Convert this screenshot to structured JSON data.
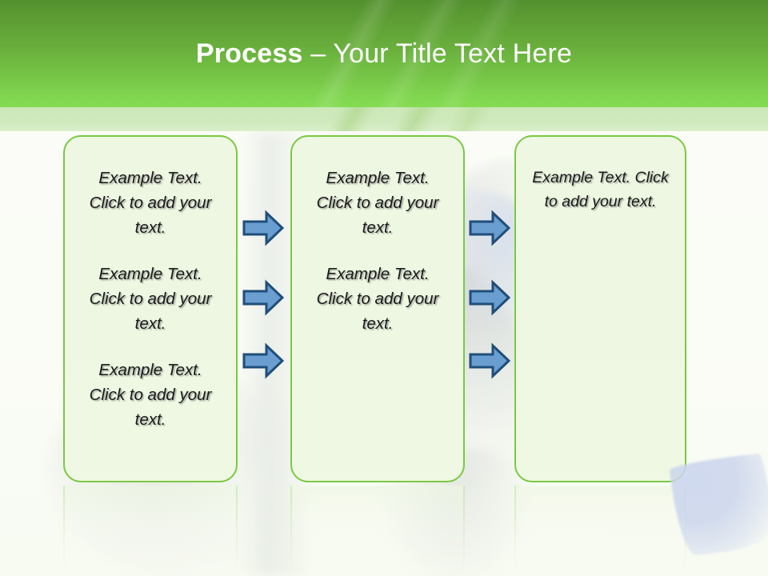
{
  "slide": {
    "title": {
      "strong": "Process",
      "rest": " – Your Title Text Here"
    }
  },
  "theme": {
    "header_green_top": "#52902f",
    "header_green_bottom": "#83dc51",
    "subband_green": "#cce8b8",
    "box_border": "#7ac943",
    "box_fill": "#eef7e2",
    "arrow_fill": "#6a9ed1",
    "arrow_outline": "#1f4e79",
    "slide_background": "#fbfdf7",
    "text_color": "#1a1a1a"
  },
  "boxes": [
    {
      "name": "process-step-1",
      "paragraphs": [
        "Example Text. Click  to add your text.",
        "Example Text. Click  to add your text.",
        "Example Text. Click  to add your text."
      ]
    },
    {
      "name": "process-step-2",
      "paragraphs": [
        "Example Text. Click  to add your text.",
        "Example Text. Click  to add your text."
      ]
    },
    {
      "name": "process-step-3",
      "paragraphs": [
        "Example Text. Click  to add your text."
      ]
    }
  ],
  "connectors": [
    {
      "name": "arrow-1-1",
      "direction": "right",
      "group": "between-step-1-and-2"
    },
    {
      "name": "arrow-1-2",
      "direction": "right",
      "group": "between-step-1-and-2"
    },
    {
      "name": "arrow-1-3",
      "direction": "right",
      "group": "between-step-1-and-2"
    },
    {
      "name": "arrow-2-1",
      "direction": "right",
      "group": "between-step-2-and-3"
    },
    {
      "name": "arrow-2-2",
      "direction": "right",
      "group": "between-step-2-and-3"
    },
    {
      "name": "arrow-2-3",
      "direction": "right",
      "group": "between-step-2-and-3"
    }
  ]
}
